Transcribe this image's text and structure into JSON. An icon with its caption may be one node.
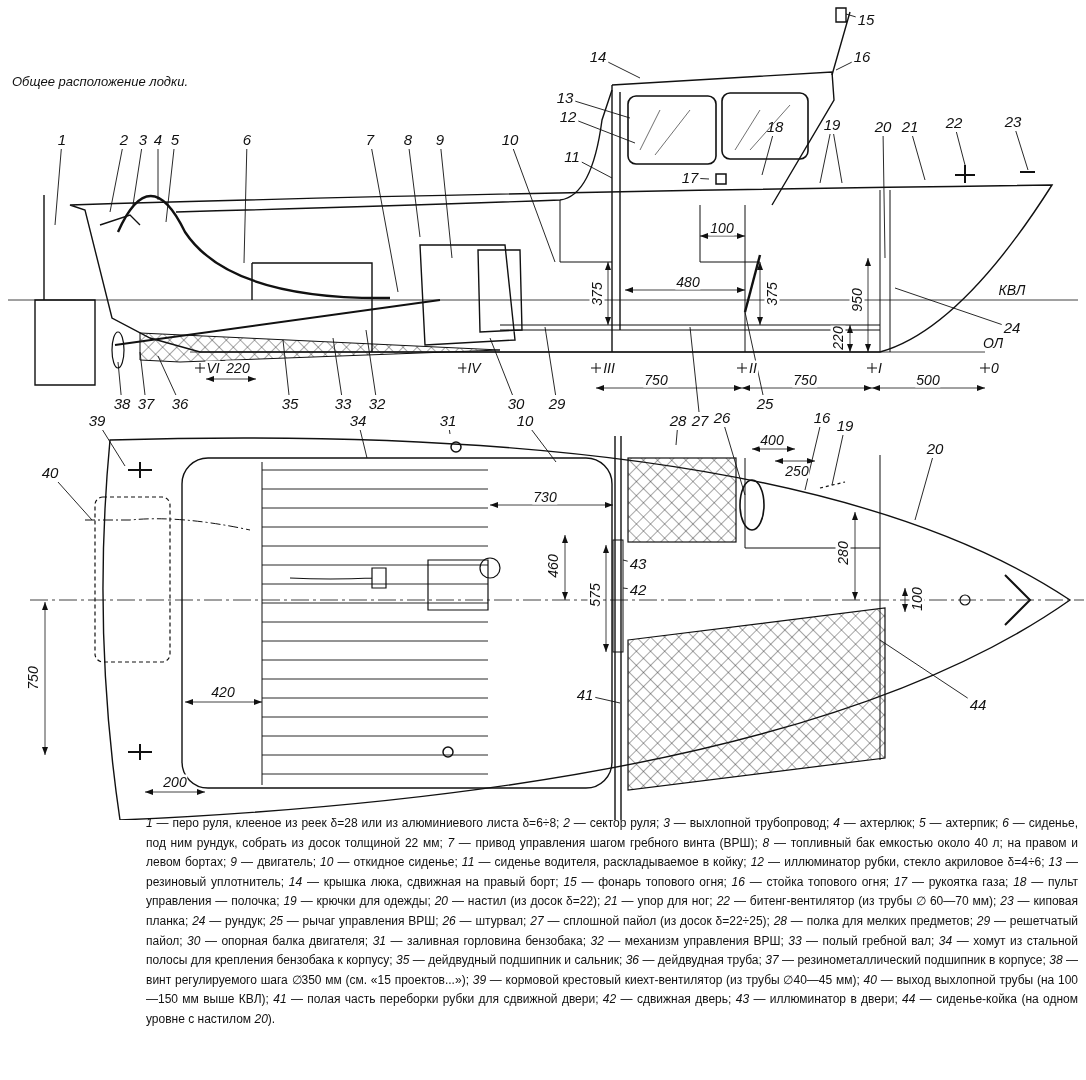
{
  "diagram": {
    "title": "Общее расположение лодки.",
    "caption": "*1* — перо руля, клееное из реек δ=28 или из алюминиевого листа δ=6÷8; *2* — сектор руля; *3* — выхлопной трубопровод; *4* — ахтерлюк; *5* — ахтерпик; *6* — сиденье, под ним рундук, собрать из досок толщиной 22 мм; *7* — привод управления шагом гребного винта (ВРШ); *8* — топливный бак емкостью около 40 л; на правом и левом бортах; *9* — двигатель; *10* — откидное сиденье; *11* — сиденье водителя, раскладываемое в койку; *12* — иллюминатор рубки, стекло акриловое δ=4÷6; *13* — резиновый уплотнитель; *14* — крышка люка, сдвижная на правый борт; *15* — фонарь топового огня; *16* — стойка топового огня; *17* — рукоятка газа; *18* — пульт управления — полочка; *19* — крючки для одежды; *20* — настил (из досок δ=22); *21* — упор для ног; *22* — битенг-вентилятор (из трубы ∅ 60—70 мм); *23* — киповая планка; *24* — рундук; *25* — рычаг управления ВРШ; *26* — штурвал; *27* — сплошной пайол (из досок δ=22÷25); *28* — полка для мелких предметов; *29* — решетчатый пайол; *30* — опорная балка двигателя; *31* — заливная горловина бензобака; *32* — механизм управления ВРШ; *33* — полый гребной вал; *34* — хомут из стальной полосы для крепления бензобака к корпусу; *35* — дейдвудный подшипник и сальник; *36* — дейдвудная труба; *37* — резинометаллический подшипник в корпусе; *38* — винт регулируемого шага ∅350 мм (см. «15 проектов...»); *39* — кормовой крестовый киехт-вентилятор (из трубы ∅40—45 мм); *40* — выход выхлопной трубы (на 100—150 мм выше КВЛ); *41* — полая часть переборки рубки для сдвижной двери; *42* — сдвижная дверь; *43* — иллюминатор в двери; *44* — сиденье-койка (на одном уровне с настилом *20*).",
    "nodes": [
      {
        "text": [
          "1"
        ]
      },
      {
        "text": [
          "2"
        ]
      },
      {
        "text": [
          "3"
        ]
      },
      {
        "text": [
          "4"
        ]
      },
      {
        "text": [
          "5"
        ]
      },
      {
        "text": [
          "6"
        ]
      },
      {
        "text": [
          "7"
        ]
      },
      {
        "text": [
          "8"
        ]
      },
      {
        "text": [
          "9"
        ]
      },
      {
        "text": [
          "10"
        ]
      },
      {
        "text": [
          "11"
        ]
      },
      {
        "text": [
          "12"
        ]
      },
      {
        "text": [
          "13"
        ]
      },
      {
        "text": [
          "14"
        ]
      },
      {
        "text": [
          "15"
        ]
      },
      {
        "text": [
          "16"
        ]
      },
      {
        "text": [
          "17"
        ]
      },
      {
        "text": [
          "18"
        ]
      },
      {
        "text": [
          "19"
        ]
      },
      {
        "text": [
          "20"
        ]
      },
      {
        "text": [
          "21"
        ]
      },
      {
        "text": [
          "22"
        ]
      },
      {
        "text": [
          "23"
        ]
      },
      {
        "text": [
          "24"
        ]
      },
      {
        "text": [
          "38"
        ]
      },
      {
        "text": [
          "37"
        ]
      },
      {
        "text": [
          "36"
        ]
      },
      {
        "text": [
          "35"
        ]
      },
      {
        "text": [
          "33"
        ]
      },
      {
        "text": [
          "32"
        ]
      },
      {
        "text": [
          "30"
        ]
      },
      {
        "text": [
          "29"
        ]
      },
      {
        "text": [
          "25"
        ]
      },
      {
        "text": [
          "39"
        ]
      },
      {
        "text": [
          "34"
        ]
      },
      {
        "text": [
          "31"
        ]
      },
      {
        "text": [
          "10"
        ]
      },
      {
        "text": [
          "28"
        ]
      },
      {
        "text": [
          "27"
        ]
      },
      {
        "text": [
          "26"
        ]
      },
      {
        "text": [
          "16"
        ]
      },
      {
        "text": [
          "19"
        ]
      },
      {
        "text": [
          "40"
        ]
      },
      {
        "text": [
          "20"
        ]
      },
      {
        "text": [
          "43"
        ]
      },
      {
        "text": [
          "42"
        ]
      },
      {
        "text": [
          "41"
        ]
      },
      {
        "text": [
          "44"
        ]
      }
    ],
    "edges": [
      {
        "from": 0,
        "to": null,
        "arrow": "none"
      },
      {
        "from": 1,
        "to": null,
        "arrow": "none"
      },
      {
        "from": 2,
        "to": null,
        "arrow": "none"
      },
      {
        "from": 3,
        "to": null,
        "arrow": "none"
      },
      {
        "from": 4,
        "to": null,
        "arrow": "none"
      },
      {
        "from": 5,
        "to": null,
        "arrow": "none"
      },
      {
        "from": 6,
        "to": null,
        "arrow": "none"
      },
      {
        "from": 7,
        "to": null,
        "arrow": "none"
      },
      {
        "from": 8,
        "to": null,
        "arrow": "none"
      },
      {
        "from": 9,
        "to": null,
        "arrow": "none"
      },
      {
        "from": 10,
        "to": null,
        "arrow": "none"
      },
      {
        "from": 11,
        "to": null,
        "arrow": "none"
      },
      {
        "from": 12,
        "to": null,
        "arrow": "none"
      },
      {
        "from": 13,
        "to": null,
        "arrow": "none"
      },
      {
        "from": 14,
        "to": null,
        "arrow": "none"
      },
      {
        "from": 15,
        "to": null,
        "arrow": "none"
      },
      {
        "from": 16,
        "to": null,
        "arrow": "none"
      },
      {
        "from": 17,
        "to": null,
        "arrow": "none"
      },
      {
        "from": 18,
        "to": null,
        "arrow": "none"
      },
      {
        "from": 18,
        "to": null,
        "arrow": "none"
      },
      {
        "from": 19,
        "to": null,
        "arrow": "none"
      },
      {
        "from": 20,
        "to": null,
        "arrow": "none"
      },
      {
        "from": 21,
        "to": null,
        "arrow": "none"
      },
      {
        "from": 22,
        "to": null,
        "arrow": "none"
      },
      {
        "from": 23,
        "to": null,
        "arrow": "none"
      },
      {
        "from": 24,
        "to": null,
        "arrow": "none"
      },
      {
        "from": 25,
        "to": null,
        "arrow": "none"
      },
      {
        "from": 26,
        "to": null,
        "arrow": "none"
      },
      {
        "from": 27,
        "to": null,
        "arrow": "none"
      },
      {
        "from": 28,
        "to": null,
        "arrow": "none"
      },
      {
        "from": 29,
        "to": null,
        "arrow": "none"
      },
      {
        "from": 30,
        "to": null,
        "arrow": "none"
      },
      {
        "from": 31,
        "to": null,
        "arrow": "none"
      },
      {
        "from": 32,
        "to": null,
        "arrow": "none"
      },
      {
        "from": 33,
        "to": null,
        "arrow": "none"
      },
      {
        "from": 34,
        "to": null,
        "arrow": "none"
      },
      {
        "from": 35,
        "to": null,
        "arrow": "none"
      },
      {
        "from": 36,
        "to": null,
        "arrow": "none"
      },
      {
        "from": 37,
        "to": null,
        "arrow": "none"
      },
      {
        "from": 38,
        "to": null,
        "arrow": "none"
      },
      {
        "from": 39,
        "to": null,
        "arrow": "none"
      },
      {
        "from": 40,
        "to": null,
        "arrow": "none"
      },
      {
        "from": 41,
        "to": null,
        "arrow": "none"
      },
      {
        "from": 42,
        "to": null,
        "arrow": "none"
      },
      {
        "from": 43,
        "to": null,
        "arrow": "none"
      },
      {
        "from": 44,
        "to": null,
        "arrow": "none"
      },
      {
        "from": 45,
        "to": null,
        "arrow": "none"
      },
      {
        "from": 46,
        "to": null,
        "arrow": "none"
      },
      {
        "from": 47,
        "to": null,
        "arrow": "none"
      }
    ],
    "labels": [
      "100",
      "480",
      "375",
      "375",
      "950",
      "КВЛ",
      "220",
      "ОЛ",
      "VI",
      "220",
      "IV",
      "III",
      "750",
      "II",
      "750",
      "I",
      "500",
      "0",
      "400",
      "250",
      "730",
      "280",
      "460",
      "575",
      "100",
      "750",
      "420",
      "200"
    ]
  }
}
